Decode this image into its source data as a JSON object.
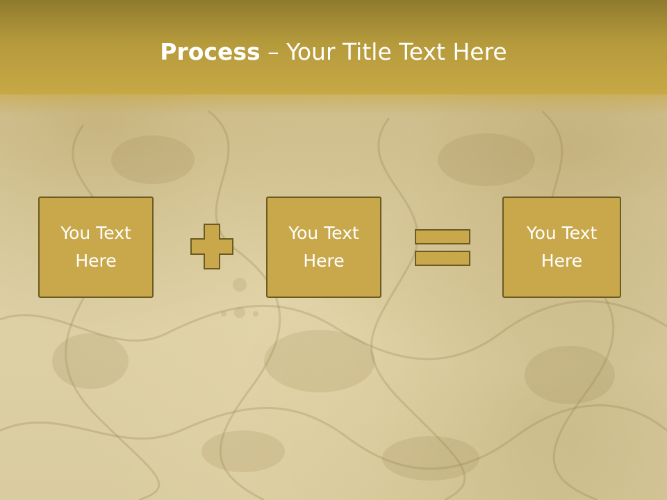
{
  "slide": {
    "title_bold": "Process",
    "title_rest": " – Your Title Text Here"
  },
  "process": {
    "boxes": [
      {
        "label": "You Text\nHere"
      },
      {
        "label": "You Text\nHere"
      },
      {
        "label": "You Text\nHere"
      }
    ],
    "operators": [
      "plus-icon",
      "equals-icon"
    ]
  },
  "colors": {
    "header": "#b59a3c",
    "box_fill": "#c8a84a",
    "box_border": "#6b5a23",
    "text": "#ffffff"
  }
}
